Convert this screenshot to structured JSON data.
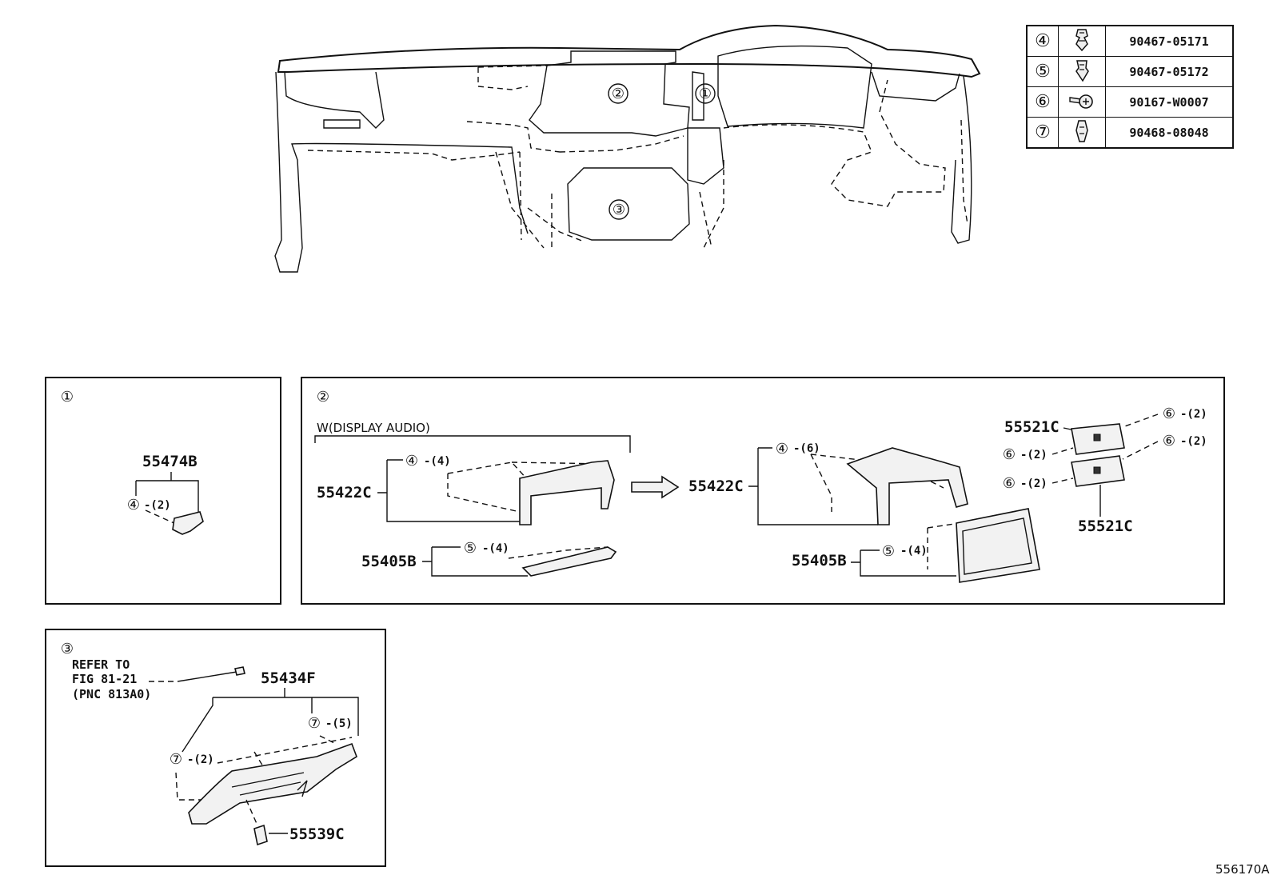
{
  "fastener_table": [
    {
      "key": "④",
      "part_no": "90467-05171",
      "icon": "clip-icon"
    },
    {
      "key": "⑤",
      "part_no": "90467-05172",
      "icon": "clip-icon"
    },
    {
      "key": "⑥",
      "part_no": "90167-W0007",
      "icon": "screw-icon"
    },
    {
      "key": "⑦",
      "part_no": "90468-08048",
      "icon": "clip-icon"
    }
  ],
  "overview": {
    "callout_1": "①",
    "callout_2": "②",
    "callout_3": "③"
  },
  "panel1": {
    "index": "①",
    "part": "55474B",
    "fastener": "④",
    "qty": "-(2)"
  },
  "panel2": {
    "index": "②",
    "variant": "W(DISPLAY AUDIO)",
    "left": {
      "bracket_part": "55422C",
      "bracket_fastener": "④",
      "bracket_qty": "-(4)",
      "panel_part": "55405B",
      "panel_fastener": "⑤",
      "panel_qty": "-(4)"
    },
    "right": {
      "bracket_part": "55422C",
      "bracket_fastener": "④",
      "bracket_qty": "-(6)",
      "panel_part": "55405B",
      "panel_fastener": "⑤",
      "panel_qty": "-(4)",
      "switch_top_part": "55521C",
      "switch_bottom_part": "55521C",
      "screw": "⑥",
      "screw_qty": "-(2)",
      "screw_qty_b": "-(2)",
      "screw_qty_c": "-(2)",
      "screw_qty_d": "-(2)"
    }
  },
  "panel3": {
    "index": "③",
    "refer_line1": "REFER TO",
    "refer_line2": "FIG 81-21",
    "refer_line3": "(PNC 813A0)",
    "cover_part": "55434F",
    "clip_a": "⑦",
    "clip_a_qty": "-(5)",
    "clip_b": "⑦",
    "clip_b_qty": "-(2)",
    "lamp_part": "55539C"
  },
  "figure_id": "556170A"
}
